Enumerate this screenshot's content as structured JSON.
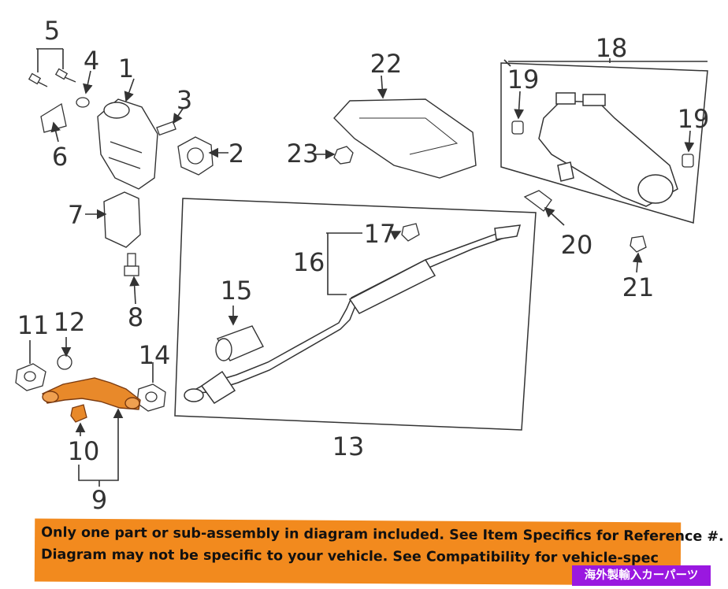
{
  "diagram": {
    "callouts": [
      "1",
      "2",
      "3",
      "4",
      "5",
      "6",
      "7",
      "8",
      "9",
      "10",
      "11",
      "12",
      "13",
      "14",
      "15",
      "16",
      "17",
      "18",
      "19",
      "19",
      "20",
      "21",
      "22",
      "23"
    ]
  },
  "notice": {
    "line1": "Only one part or sub-assembly in diagram included. See Item Specifics for Reference #.",
    "line2": "Diagram may not be specific to your vehicle. See Compatibility for vehicle-spec",
    "colors": {
      "background": "#f28a1e",
      "text": "#111111"
    }
  },
  "badge": {
    "text": "海外製輸入カーパーツ",
    "color": "#9a18e0"
  },
  "colors": {
    "highlight_part": "#e8892a",
    "line": "#333333"
  }
}
